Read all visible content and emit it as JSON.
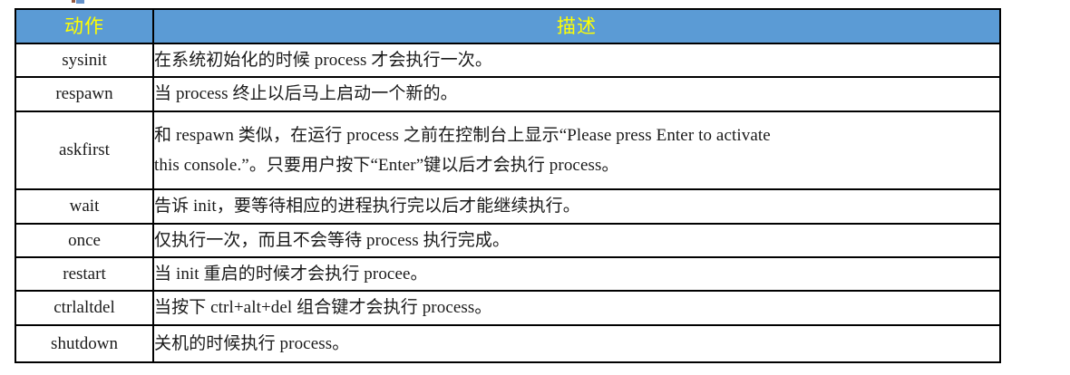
{
  "document": {
    "type": "table",
    "language": "zh-CN",
    "colors": {
      "header_background": "#5B9BD5",
      "header_text": "#FFFF00",
      "border": "#000000",
      "body_background": "#FFFFFF",
      "body_text": "#1A1A1A"
    }
  },
  "table": {
    "headers": {
      "action": "动作",
      "description": "描述"
    },
    "rows": [
      {
        "action": "sysinit",
        "description_lines": [
          "在系统初始化的时候 process 才会执行一次。"
        ]
      },
      {
        "action": "respawn",
        "description_lines": [
          "当 process 终止以后马上启动一个新的。"
        ]
      },
      {
        "action": "askfirst",
        "description_lines": [
          "和 respawn 类似，在运行 process 之前在控制台上显示“Please press Enter to activate",
          "this console.”。只要用户按下“Enter”键以后才会执行 process。"
        ]
      },
      {
        "action": "wait",
        "description_lines": [
          "告诉 init，要等待相应的进程执行完以后才能继续执行。"
        ]
      },
      {
        "action": "once",
        "description_lines": [
          "仅执行一次，而且不会等待 process 执行完成。"
        ]
      },
      {
        "action": "restart",
        "description_lines": [
          "当 init 重启的时候才会执行 procee。"
        ]
      },
      {
        "action": "ctrlaltdel",
        "description_lines": [
          "当按下 ctrl+alt+del 组合键才会执行 process。"
        ]
      },
      {
        "action": "shutdown",
        "description_lines": [
          "关机的时候执行 process。"
        ]
      }
    ]
  }
}
